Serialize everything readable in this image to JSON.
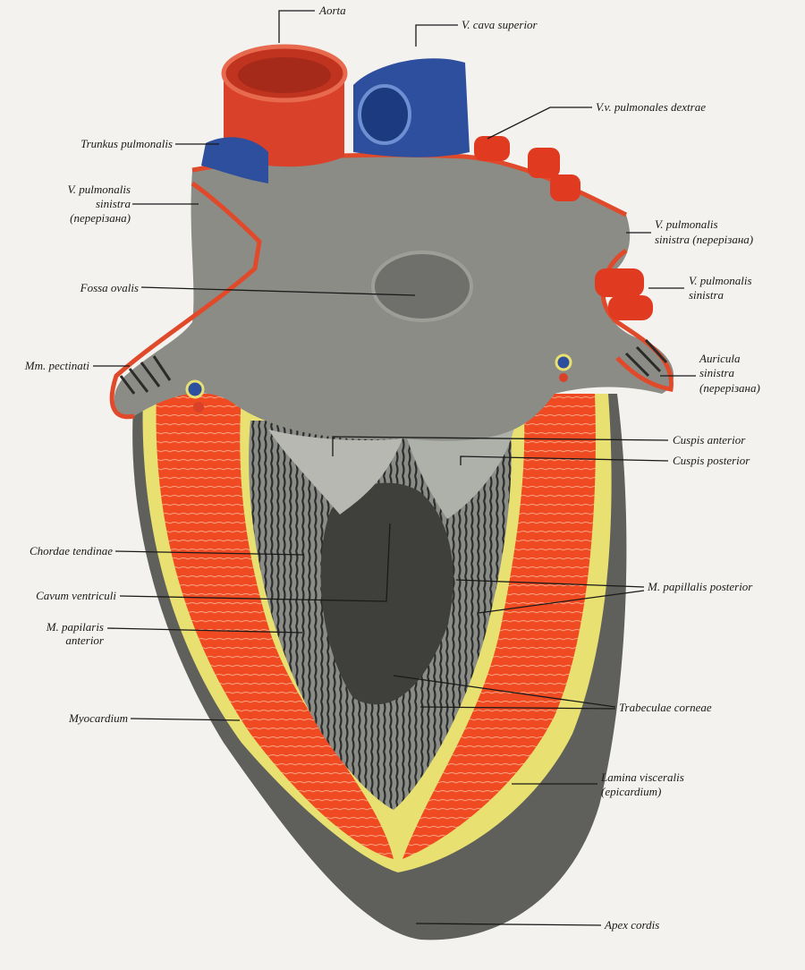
{
  "colors": {
    "page_background": "#f3f2ef",
    "heart_wall": "#5f605b",
    "atrial_interior": "#8b8c86",
    "myocardium": "#f04a22",
    "epicardium": "#e8e070",
    "aorta": "#d9412a",
    "vena_cava": "#2d4f9e",
    "label_text": "#1a1a1a"
  },
  "labels": {
    "aorta": "Aorta",
    "v_cava_superior": "V. cava superior",
    "vv_pulmonales_dextrae": "V.v. pulmonales dextrae",
    "trunkus_pulmonalis": "Trunkus pulmonalis",
    "v_pulm_sin_left": [
      "V. pulmonalis",
      "sinistra",
      "(перерізана)"
    ],
    "v_pulm_sin_right_cut": [
      "V. pulmonalis",
      "sinistra (перерізана)"
    ],
    "v_pulm_sin_right": [
      "V. pulmonalis",
      "sinistra"
    ],
    "fossa_ovalis": "Fossa ovalis",
    "mm_pectinati": "Mm. pectinati",
    "auricula_sinistra": [
      "Auricula",
      "sinistra",
      "(перерізана)"
    ],
    "cuspis_anterior": "Cuspis anterior",
    "cuspis_posterior": "Cuspis posterior",
    "chordae_tendinae": "Chordae tendinae",
    "cavum_ventriculi": "Cavum ventriculi",
    "m_papilaris_anterior": [
      "M. papilaris",
      "anterior"
    ],
    "m_papillalis_posterior": "M. papillalis posterior",
    "trabeculae_corneae": "Trabeculae corneae",
    "myocardium": "Myocardium",
    "lamina_visceralis": [
      "Lamina visceralis",
      "(epicardium)"
    ],
    "apex_cordis": "Apex cordis"
  }
}
